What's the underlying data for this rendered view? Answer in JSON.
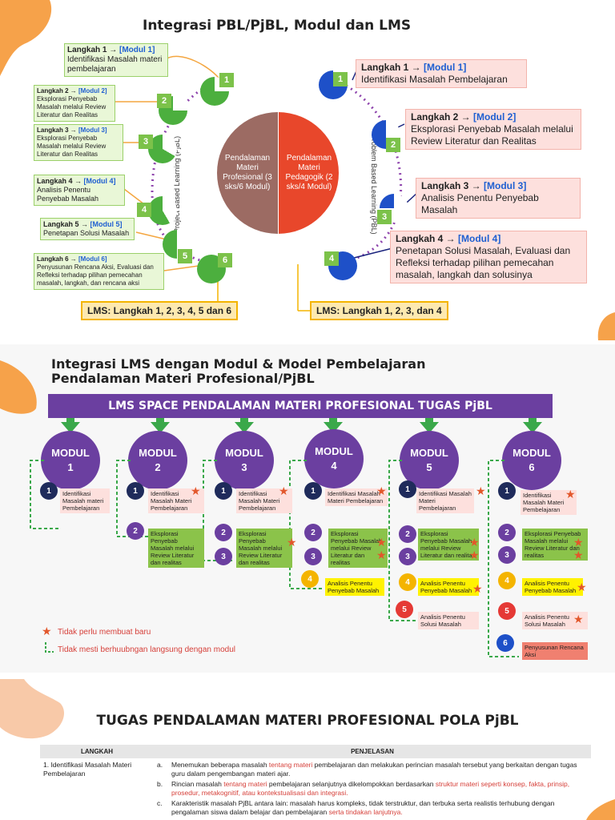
{
  "slide1": {
    "title": "Integrasi PBL/PjBL, Modul dan LMS",
    "left_steps": [
      {
        "head": "Langkah 1 → ",
        "mod": "[Modul 1]",
        "text": "Identifikasi Masalah materi pembelajaran",
        "num": "1"
      },
      {
        "head": "Langkah 2 → ",
        "mod": "[Modul 2]",
        "text": "Eksplorasi Penyebab Masalah melalui Review Literatur dan Realitas",
        "num": "2"
      },
      {
        "head": "Langkah 3 → ",
        "mod": "[Modul 3]",
        "text": "Eksplorasi Penyebab Masalah melalui Review Literatur dan Realitas",
        "num": "3"
      },
      {
        "head": "Langkah 4 → ",
        "mod": "[Modul 4]",
        "text": "Analisis Penentu Penyebab Masalah",
        "num": "4"
      },
      {
        "head": "Langkah 5 → ",
        "mod": "[Modul 5]",
        "text": "Penetapan Solusi Masalah",
        "num": "5"
      },
      {
        "head": "Langkah 6 → ",
        "mod": "[Modul 6]",
        "text": "Penyusunan Rencana Aksi, Evaluasi dan Refleksi terhadap pilihan pemecahan masalah, langkah, dan rencana aksi",
        "num": "6"
      }
    ],
    "right_steps": [
      {
        "head": "Langkah 1 → ",
        "mod": "[Modul 1]",
        "text": "Identifikasi Masalah Pembelajaran",
        "num": "1"
      },
      {
        "head": "Langkah 2 → ",
        "mod": "[Modul 2]",
        "text": "Eksplorasi Penyebab Masalah melalui Review Literatur dan Realitas",
        "num": "2"
      },
      {
        "head": "Langkah 3 → ",
        "mod": "[Modul 3]",
        "text": "Analisis Penentu Penyebab Masalah",
        "num": "3"
      },
      {
        "head": "Langkah 4 → ",
        "mod": "[Modul 4]",
        "text": "Penetapan Solusi Masalah, Evaluasi dan Refleksi terhadap pilihan pemecahan masalah, langkah dan solusinya",
        "num": "4"
      }
    ],
    "circle_left": "Pendalaman Materi Profesional (3 sks/6 Modul)",
    "circle_right": "Pendalaman Materi Pedagogik (2 sks/4 Modul)",
    "arc_left": "Project Based Learning (PjBL)",
    "arc_right": "Problem Based Learning (PBL)",
    "lms_left": "LMS: Langkah 1, 2, 3, 4, 5 dan 6",
    "lms_right": "LMS: Langkah 1, 2, 3, dan 4"
  },
  "slide2": {
    "title1": "Integrasi LMS dengan Modul & Model Pembelajaran",
    "title2": "Pendalaman Materi Profesional/PjBL",
    "banner": "LMS SPACE PENDALAMAN MATERI PROFESIONAL TUGAS PjBL",
    "modules": [
      {
        "l1": "MODUL",
        "l2": "1"
      },
      {
        "l1": "MODUL",
        "l2": "2"
      },
      {
        "l1": "MODUL",
        "l2": "3"
      },
      {
        "l1": "MODUL",
        "l2": "4"
      },
      {
        "l1": "MODUL",
        "l2": "5"
      },
      {
        "l1": "MODUL",
        "l2": "6"
      }
    ],
    "step_texts": {
      "s1": "Identifikasi Masalah materi Pembelajaran",
      "s1b": "Identifikasi Masalah Materi Pembelajaran",
      "s2": "Eksplorasi Penyebab Masalah melalui Review Literatur dan realitas",
      "s4": "Analisis Penentu Penyebab Masalah",
      "s5": "Analisis Penentu Solusi Masalah",
      "s6": "Penyusunan Rencana Aksi"
    },
    "legend_star": "Tidak perlu membuat baru",
    "legend_dash": "Tidak mesti berhuubngan langsung dengan modul",
    "accent_purple": "#6b3fa0",
    "accent_green": "#3aa84a"
  },
  "slide3": {
    "title": "TUGAS PENDALAMAN MATERI PROFESIONAL POLA PjBL",
    "col1": "LANGKAH",
    "col2": "PENJELASAN",
    "row1_langkah": "1. Identifikasi Masalah Materi Pembelajaran",
    "items": [
      {
        "k": "a.",
        "pre": "Menemukan beberapa masalah ",
        "red": "tentang materi",
        "post": " pembelajaran dan melakukan perincian masalah tersebut yang berkaitan dengan tugas guru dalam pengembangan materi ajar."
      },
      {
        "k": "b.",
        "pre": "Rincian masalah ",
        "red": "tentang materi",
        "post": " pembelajaran selanjutnya dikelompokkan berdasarkan ",
        "red2": "struktur materi seperti konsep, fakta, prinsip, prosedur, metakognitif, atau kontekstualisasi dan integrasi."
      },
      {
        "k": "c.",
        "pre": "Karakteristik masalah PjBL antara lain: masalah harus kompleks, tidak terstruktur, dan terbuka serta realistis terhubung dengan pengalaman siswa dalam belajar dan pembelajaran ",
        "red": "serta tindakan lanjutnya.",
        "post": ""
      }
    ]
  }
}
